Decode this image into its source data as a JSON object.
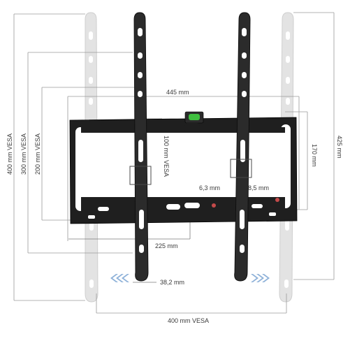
{
  "labels": {
    "w445": "445 mm",
    "vesa400v": "400 mm VESA",
    "vesa300v": "300 mm VESA",
    "vesa200v": "200 mm VESA",
    "vesa100": "100 mm VESA",
    "h170": "170 mm",
    "h425": "425 mm",
    "d63": "6,3 mm",
    "d85": "8,5 mm",
    "w225": "225 mm",
    "d382": "38,2 mm",
    "vesa400h": "400 mm VESA"
  },
  "colors": {
    "bracket": "#1f1f1f",
    "ghost": "#e3e3e3",
    "level_bubble": "#3fbf3f",
    "arrows": "#8fb2d9",
    "accent_mark": "#c44a4a"
  }
}
